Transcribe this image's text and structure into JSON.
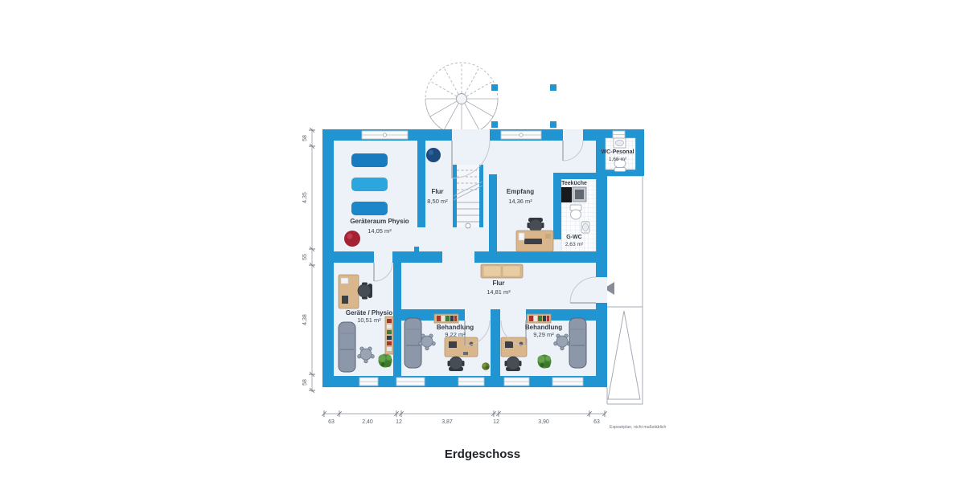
{
  "title": "Erdgeschoss",
  "note": "Exposéplan, nicht maßstäblich",
  "rooms": [
    {
      "name": "Geräteraum Physio",
      "area": "14,05 m²"
    },
    {
      "name": "Flur",
      "area": "8,50 m²"
    },
    {
      "name": "Empfang",
      "area": "14,36 m²"
    },
    {
      "name": "Teeküche",
      "area": ""
    },
    {
      "name": "WC-Pesonal",
      "area": "1,66 m²"
    },
    {
      "name": "G-WC",
      "area": "2,63 m²"
    },
    {
      "name": "Flur",
      "area": "14,81 m²"
    },
    {
      "name": "Geräte / Physio",
      "area": "10,51 m²"
    },
    {
      "name": "Behandlung",
      "area": "9,22 m²"
    },
    {
      "name": "Behandlung",
      "area": "9,29 m²"
    }
  ],
  "dims": {
    "left": [
      "58",
      "4,35",
      "55",
      "4,38",
      "58"
    ],
    "bottom": [
      "63",
      "2,40",
      "12",
      "3,87",
      "12",
      "3,90",
      "63"
    ]
  },
  "colors": {
    "wall": "#2095d2",
    "floor": "#edf2f9",
    "mat_dark": "#187abf",
    "mat_light": "#2ba6de",
    "ball_blue": "#1d4a7e",
    "ball_red": "#a32335",
    "bed_gray": "#8c98aa",
    "wood": "#d9b68c"
  },
  "icons": {
    "entry_arrow": "left-triangle",
    "spiral_stair": "spiral-staircase",
    "straight_stair": "straight-staircase"
  }
}
